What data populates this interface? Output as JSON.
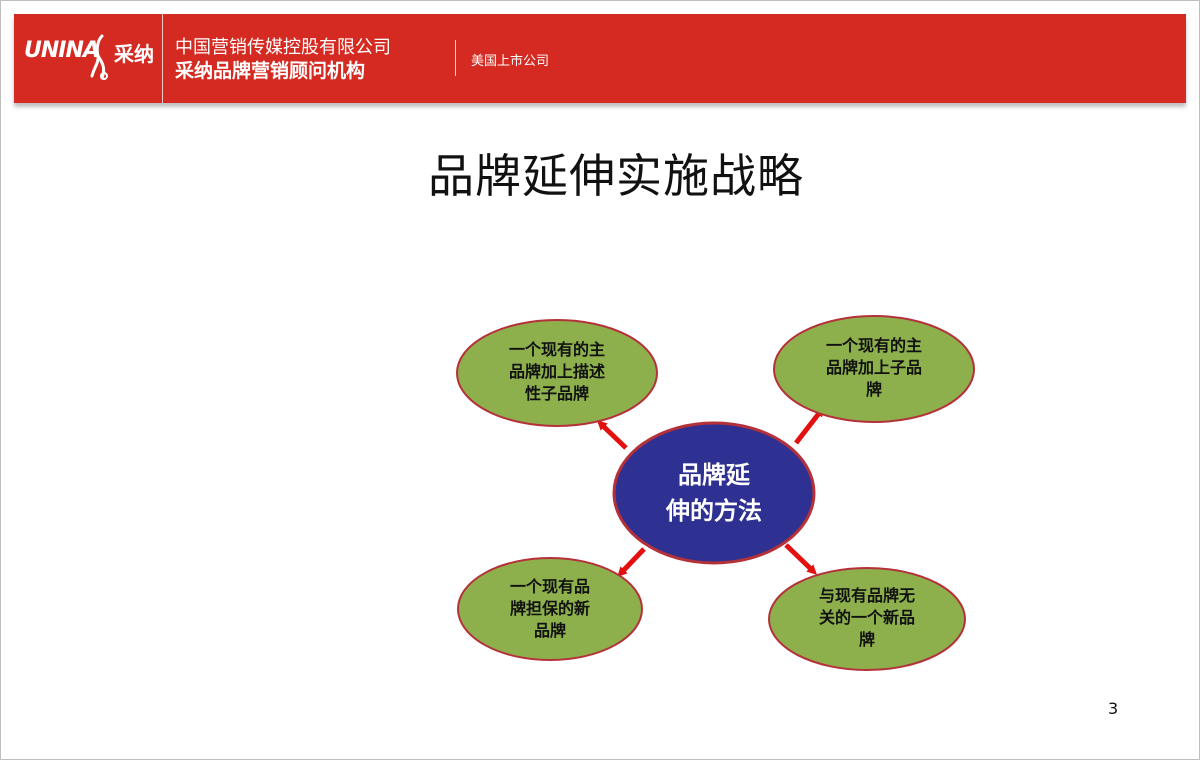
{
  "header": {
    "logo_latin": "UNINA",
    "logo_cn": "采纳",
    "company_line1": "中国营销传媒控股有限公司",
    "company_line2": "采纳品牌营销顾问机构",
    "listed_label": "美国上市公司"
  },
  "slide": {
    "title": "品牌延伸实施战略",
    "page_number": "3"
  },
  "diagram": {
    "center": {
      "line1": "品牌延",
      "line2": "伸的方法"
    },
    "nodes": [
      {
        "lines": [
          "一个现有的主",
          "品牌加上描述",
          "性子品牌"
        ]
      },
      {
        "lines": [
          "一个现有的主",
          "品牌加上子品",
          "牌"
        ]
      },
      {
        "lines": [
          "一个现有品",
          "牌担保的新",
          "品牌"
        ]
      },
      {
        "lines": [
          "与现有品牌无",
          "关的一个新品",
          "牌"
        ]
      }
    ],
    "colors": {
      "header_red": "#d42a22",
      "center_fill": "#2e3192",
      "center_stroke": "#b5313a",
      "node_fill": "#8db04c",
      "node_stroke": "#b5313a",
      "arrow": "#e31010"
    }
  }
}
